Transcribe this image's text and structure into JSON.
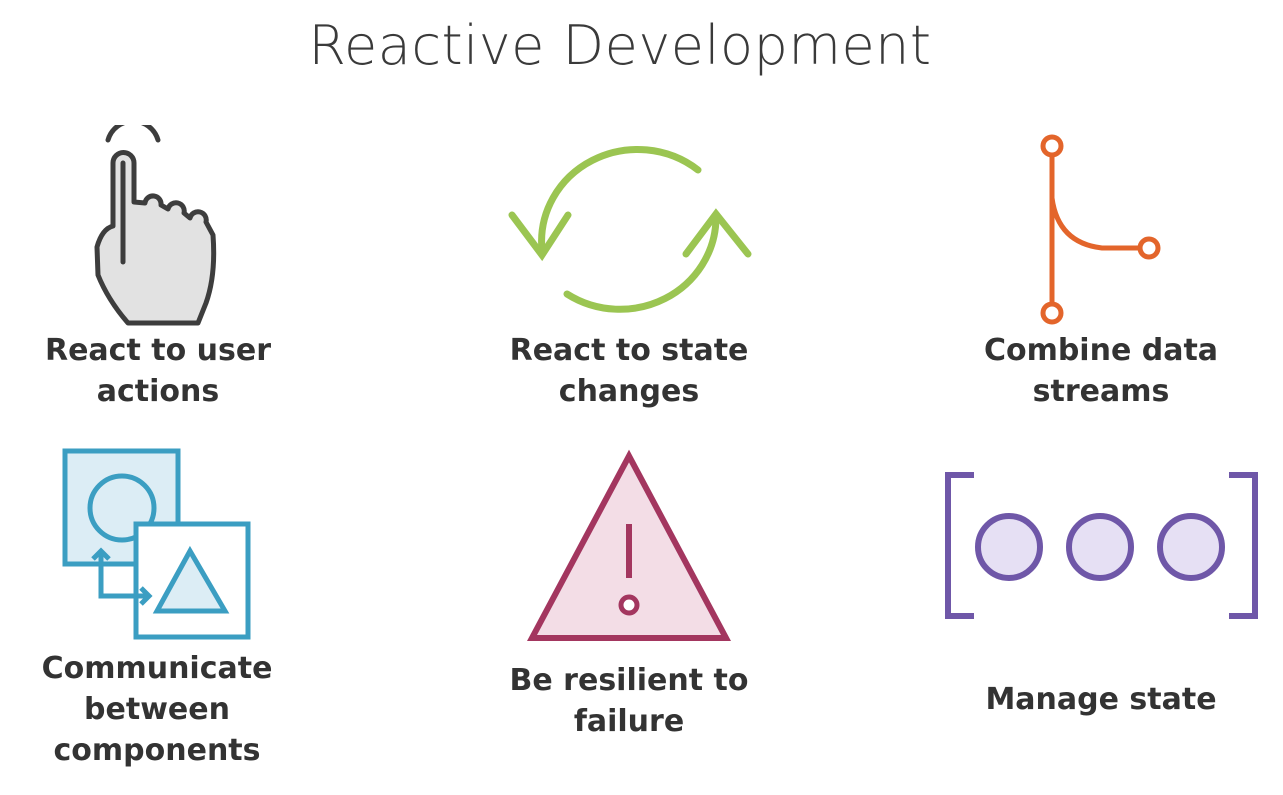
{
  "title": "Reactive Development",
  "items": [
    {
      "icon": "pointing-hand-icon",
      "caption": "React to user\nactions"
    },
    {
      "icon": "refresh-cycle-icon",
      "caption": "React to state\nchanges"
    },
    {
      "icon": "branch-merge-icon",
      "caption": "Combine data\nstreams"
    },
    {
      "icon": "component-link-icon",
      "caption": "Communicate\nbetween\ncomponents"
    },
    {
      "icon": "warning-triangle-icon",
      "caption": "Be resilient to\nfailure"
    },
    {
      "icon": "bracketed-circles-icon",
      "caption": "Manage state"
    }
  ],
  "colors": {
    "title": "#3a3a3a",
    "caption": "#333333",
    "hand": "#3d3d3d",
    "hand_fill": "#e2e2e2",
    "cycle": "#9bc552",
    "branch": "#e3652b",
    "components": "#3b9ec2",
    "components_fill": "#dcedf5",
    "warning": "#a3365f",
    "warning_fill": "#f3dde6",
    "state": "#6f57a8",
    "state_fill": "#e6e0f4"
  }
}
